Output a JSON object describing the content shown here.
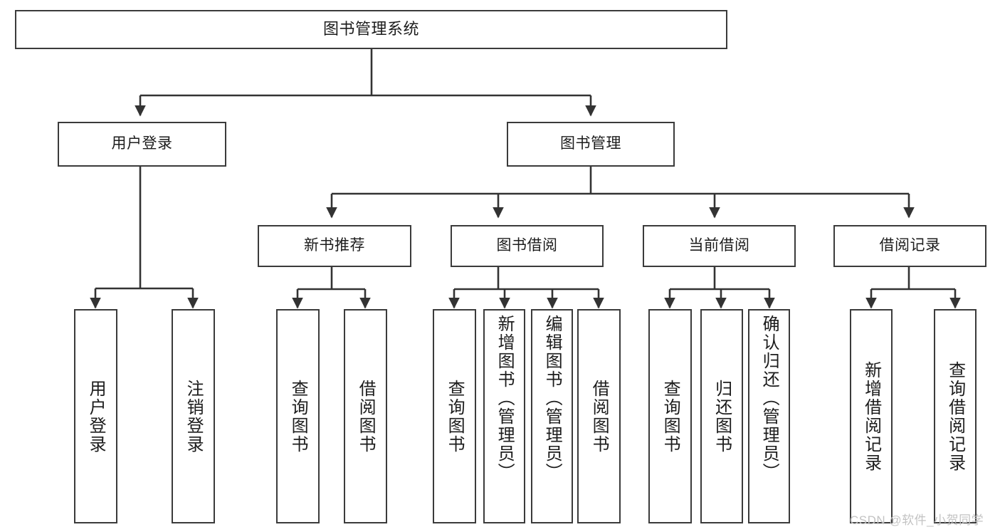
{
  "diagram": {
    "title": "图书管理系统",
    "type": "function-tree",
    "colors": {
      "box_border": "#3b3b3b",
      "box_fill": "#ffffff",
      "edge": "#333333",
      "text": "#1c1c1c",
      "watermark": "#c3c3c3",
      "background": "#ffffff"
    },
    "nodes": {
      "root": {
        "label": "图书管理系统"
      },
      "level1": [
        {
          "id": "user-login",
          "label": "用户登录"
        },
        {
          "id": "book-manage",
          "label": "图书管理"
        }
      ],
      "level2": [
        {
          "id": "new-book-recommend",
          "label": "新书推荐"
        },
        {
          "id": "book-borrow",
          "label": "图书借阅"
        },
        {
          "id": "current-borrow",
          "label": "当前借阅"
        },
        {
          "id": "borrow-record",
          "label": "借阅记录"
        }
      ],
      "leaves": {
        "user_login": [
          {
            "id": "leaf-user-login",
            "label": "用户登录"
          },
          {
            "id": "leaf-logout-login",
            "label": "注销登录"
          }
        ],
        "new_book_recommend": [
          {
            "id": "leaf-query-book-1",
            "label": "查询图书"
          },
          {
            "id": "leaf-borrow-book-1",
            "label": "借阅图书"
          }
        ],
        "book_borrow": [
          {
            "id": "leaf-query-book-2",
            "label": "查询图书"
          },
          {
            "id": "leaf-add-book",
            "label": "新增图书（管理员）"
          },
          {
            "id": "leaf-edit-book",
            "label": "编辑图书（管理员）"
          },
          {
            "id": "leaf-borrow-book-2",
            "label": "借阅图书"
          }
        ],
        "current_borrow": [
          {
            "id": "leaf-query-book-3",
            "label": "查询图书"
          },
          {
            "id": "leaf-return-book",
            "label": "归还图书"
          },
          {
            "id": "leaf-confirm-return",
            "label": "确认归还（管理员）"
          }
        ],
        "borrow_record": [
          {
            "id": "leaf-add-borrow-record",
            "label": "新增借阅记录"
          },
          {
            "id": "leaf-query-borrow-record",
            "label": "查询借阅记录"
          }
        ]
      }
    },
    "watermark": "CSDN @软件_小贺同学"
  }
}
